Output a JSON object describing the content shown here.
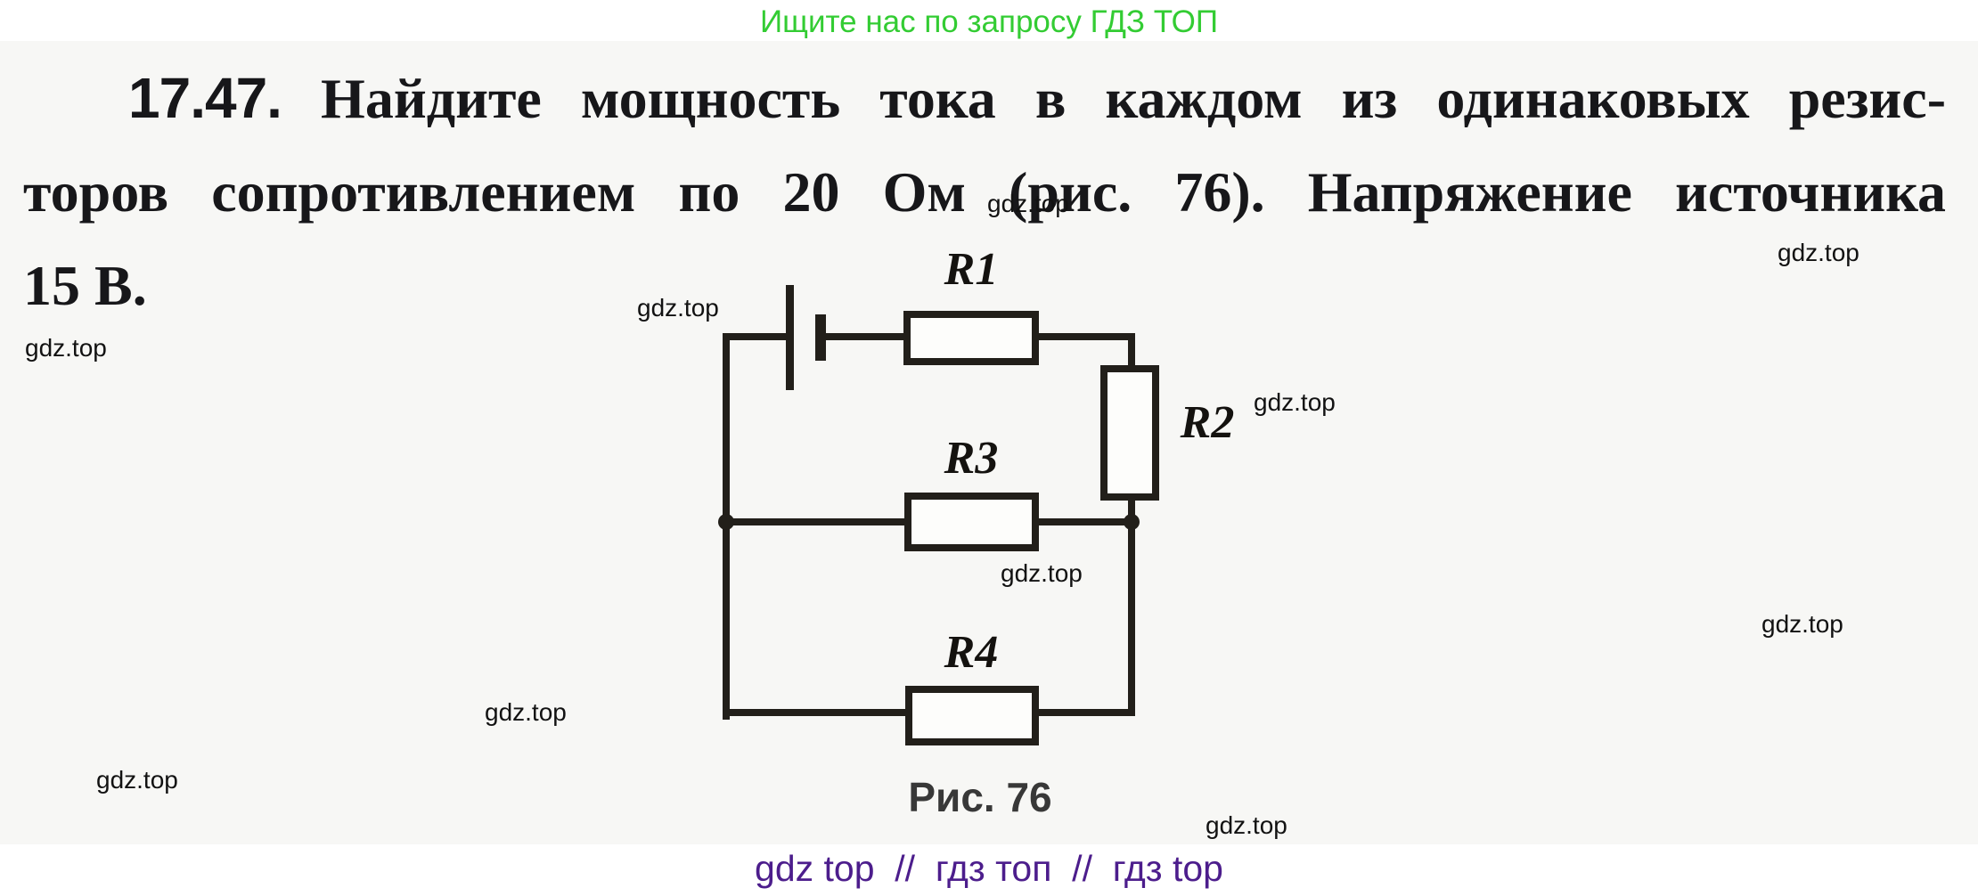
{
  "page": {
    "promo": "Ищите нас по запросу ГДЗ ТОП",
    "promo_color": "#33cc33",
    "watermark": "gdz.top",
    "footer": "gdz top  //  гдз топ  //  гдз top",
    "footer_color": "#4c1d8c"
  },
  "problem": {
    "number": "17.47.",
    "line1": "Найдите мощность тока в каждом из одинаковых резис-",
    "line2": "торов сопротивлением по 20 Ом (рис. 76). Напряжение источника",
    "line3": "15 В."
  },
  "figure": {
    "caption": "Рис. 76",
    "circuit": {
      "source": "battery cell (long and short plate symbol) in top branch",
      "resistors": [
        {
          "label": "R1",
          "orientation": "horizontal",
          "position": "top branch, in series with battery"
        },
        {
          "label": "R2",
          "orientation": "vertical",
          "position": "right branch, between top wire and middle node"
        },
        {
          "label": "R3",
          "orientation": "horizontal",
          "position": "middle branch, between junction nodes"
        },
        {
          "label": "R4",
          "orientation": "horizontal",
          "position": "bottom branch"
        }
      ],
      "junction_dots": 2
    }
  }
}
